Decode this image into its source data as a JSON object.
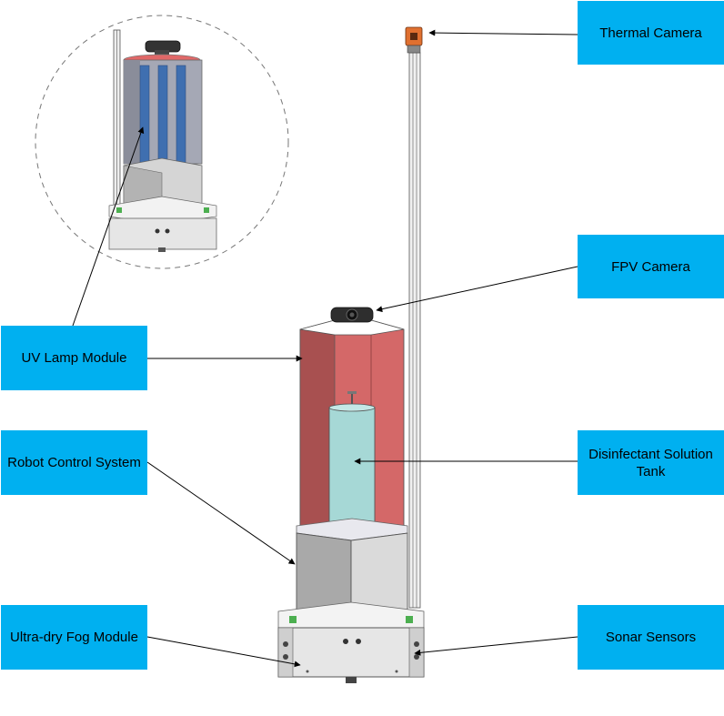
{
  "labels": {
    "thermal_camera": "Thermal Camera",
    "fpv_camera": "FPV Camera",
    "uv_lamp_module": "UV Lamp Module",
    "robot_control_system": "Robot Control System",
    "disinfectant_tank": "Disinfectant Solution Tank",
    "fog_module": "Ultra-dry Fog Module",
    "sonar_sensors": "Sonar Sensors"
  },
  "colors": {
    "label_box": "#00b0f0",
    "uv_housing": "#d46868",
    "uv_housing_dark": "#a85050",
    "tank": "#a6d8d6",
    "control_box_light": "#dadada",
    "control_box_dark": "#a9a9a9",
    "base": "#e6e6e6",
    "pcb_green": "#4caf50",
    "thermal_camera": "#e07030",
    "uv_tubes": "#3f6fb0"
  }
}
